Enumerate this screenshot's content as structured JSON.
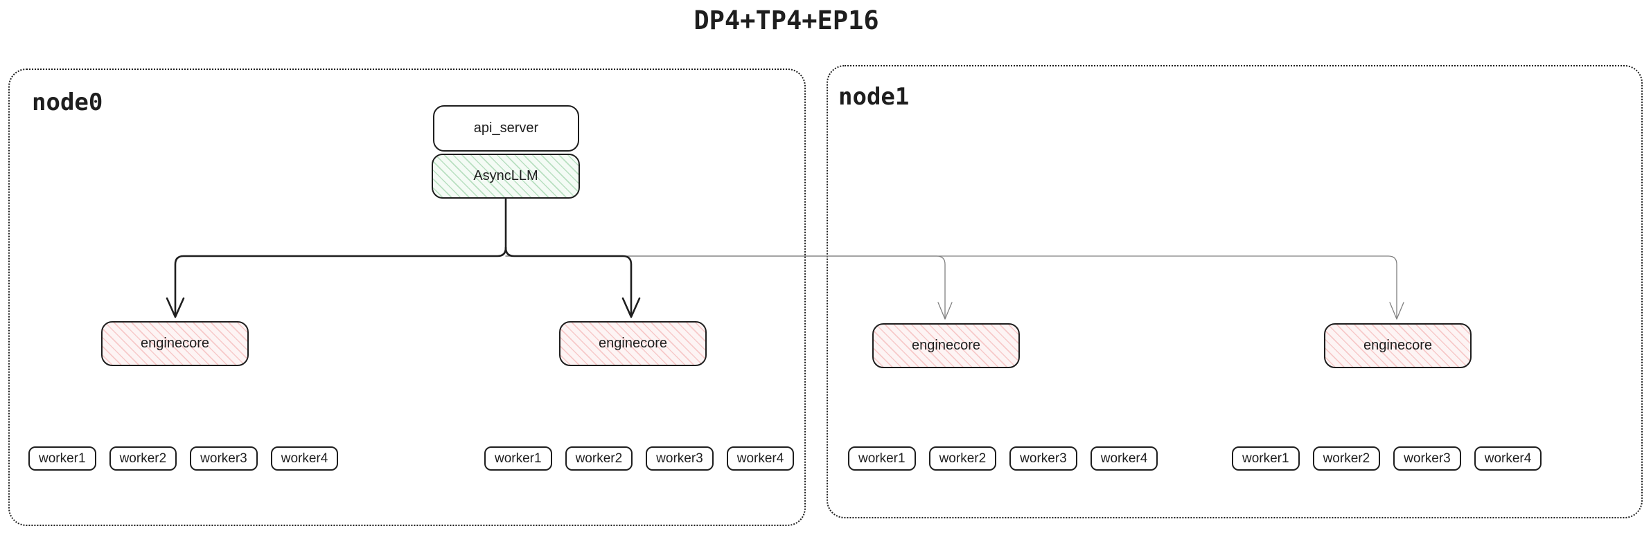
{
  "title": "DP4+TP4+EP16",
  "node0": {
    "label": "node0",
    "api_server_label": "api_server",
    "asyncllm_label": "AsyncLLM",
    "enginecores": [
      "enginecore",
      "enginecore"
    ],
    "worker_groups": [
      [
        "worker1",
        "worker2",
        "worker3",
        "worker4"
      ],
      [
        "worker1",
        "worker2",
        "worker3",
        "worker4"
      ]
    ]
  },
  "node1": {
    "label": "node1",
    "enginecores": [
      "enginecore",
      "enginecore"
    ],
    "worker_groups": [
      [
        "worker1",
        "worker2",
        "worker3",
        "worker4"
      ],
      [
        "worker1",
        "worker2",
        "worker3",
        "worker4"
      ]
    ]
  },
  "colors": {
    "stroke": "#1e1e1e",
    "thin-line": "#808080",
    "green-bg": "#f4fbf5",
    "green-hatch": "#2f9e44",
    "red-bg": "#fdf4f4",
    "red-hatch": "#e03131"
  }
}
